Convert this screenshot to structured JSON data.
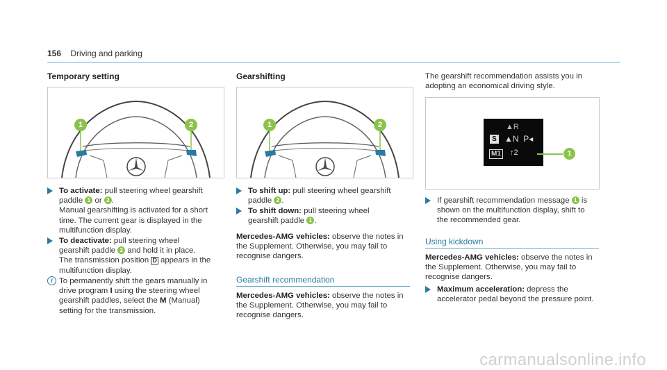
{
  "header": {
    "page_number": "156",
    "title": "Driving and parking"
  },
  "col1": {
    "heading": "Temporary setting",
    "bullet1": {
      "label": "To activate:",
      "text_a": " pull steering wheel gearshift paddle ",
      "n1": "1",
      "mid": " or ",
      "n2": "2",
      "text_b": ".",
      "text_c": "Manual gearshifting is activated for a short time. The current gear is displayed in the multifunction display."
    },
    "bullet2": {
      "label": "To deactivate:",
      "text_a": " pull steering wheel gearshift paddle ",
      "n2": "2",
      "text_b": " and hold it in place.",
      "text_c": "The transmission position ",
      "d_symbol": "D",
      "text_d": " appears in the multifunction display."
    },
    "info": {
      "icon": "i",
      "text_a": "To permanently shift the gears manually in drive program ",
      "prog": "I",
      "text_b": " using the steering wheel gearshift paddles, select the ",
      "m": "M",
      "text_c": " (Manual) setting for the transmission."
    },
    "callouts": [
      "1",
      "2"
    ]
  },
  "col2": {
    "heading": "Gearshifting",
    "bullet1": {
      "label": "To shift up:",
      "text_a": " pull steering wheel gearshift paddle ",
      "n": "2",
      "text_b": "."
    },
    "bullet2": {
      "label": "To shift down:",
      "text_a": " pull steering wheel gearshift paddle ",
      "n": "1",
      "text_b": "."
    },
    "amg": {
      "label": "Mercedes-AMG vehicles:",
      "text": " observe the notes in the Supplement. Otherwise, you may fail to recognise dangers."
    },
    "section": "Gearshift recommendation",
    "amg2": {
      "label": "Mercedes-AMG vehicles:",
      "text": " observe the notes in the Supplement. Otherwise, you may fail to recognise dangers."
    },
    "callouts": [
      "1",
      "2"
    ]
  },
  "col3": {
    "intro": "The gearshift recommendation assists you in adopting an economical driving style.",
    "display": {
      "top": "R",
      "mode": "S",
      "mid": "N  P",
      "gear": "M1",
      "rec": "2",
      "callout": "1"
    },
    "bullet1": {
      "text_a": "If gearshift recommendation message ",
      "n": "1",
      "text_b": " is shown on the multifunction display, shift to the recommended gear."
    },
    "section": "Using kickdown",
    "amg": {
      "label": "Mercedes-AMG vehicles:",
      "text": " observe the notes in the Supplement. Otherwise, you may fail to recognise dangers."
    },
    "bullet2": {
      "label": "Maximum acceleration:",
      "text": " depress the accelerator pedal beyond the pressure point."
    }
  },
  "footer": {
    "watermark": "carmanualsonline.info"
  },
  "colors": {
    "accent": "#2b7aa5",
    "callout": "#8bc34a"
  }
}
